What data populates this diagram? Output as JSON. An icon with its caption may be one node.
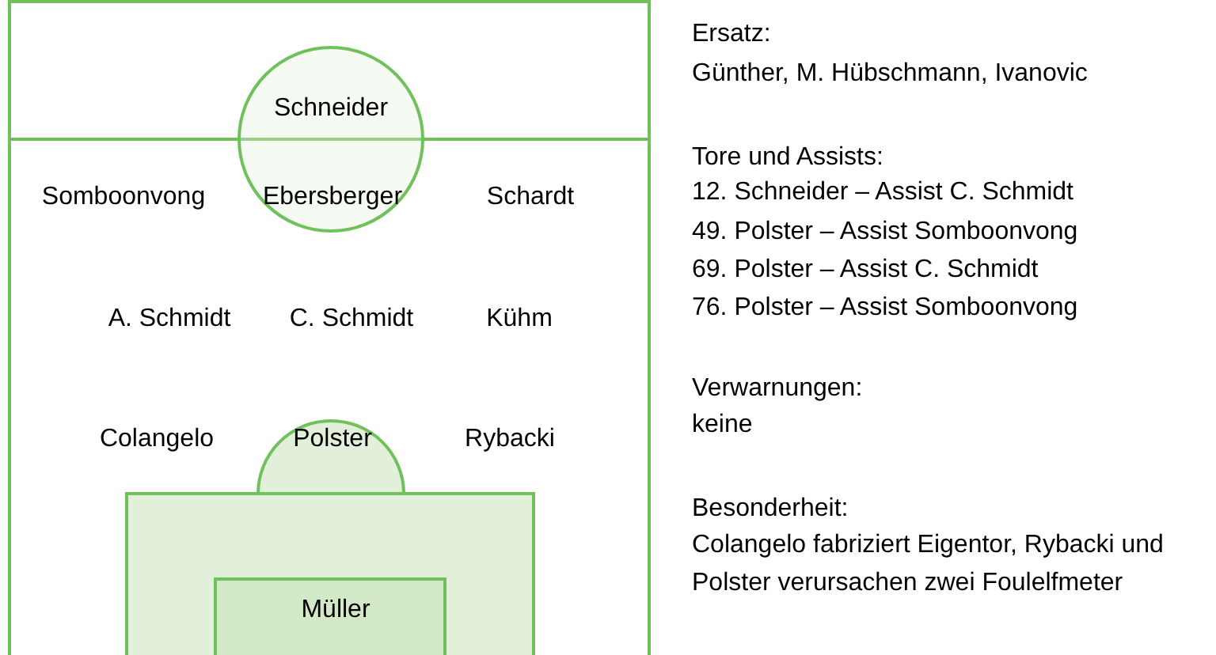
{
  "diagram": {
    "labels": [
      "Schneider",
      "Somboonvong",
      "Ebersberger",
      "Schardt",
      "A. Schmidt",
      "C. Schmidt",
      "Kühm",
      "Colangelo",
      "Polster",
      "Rybacki",
      "Müller",
      "Ersatz:",
      "Günther, M. Hübschmann, Ivanovic",
      "Tore und Assists:",
      "12. Schneider – Assist C. Schmidt",
      "49. Polster – Assist Somboonvong",
      "69. Polster – Assist C. Schmidt",
      "76. Polster – Assist Somboonvong",
      "Verwarnungen:",
      "keine",
      "Besonderheit:",
      "Colangelo fabriziert Eigentor, Rybacki und Polster verursachen zwei Foulelfmeter"
    ]
  }
}
